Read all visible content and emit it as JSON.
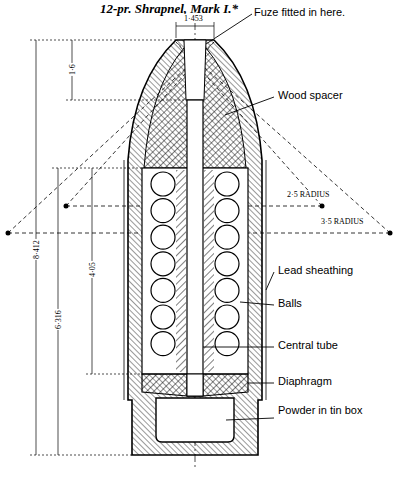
{
  "diagram": {
    "title": "12-pr. Shrapnel, Mark I.*",
    "labels": [
      "Fuze fitted in here.",
      "Wood spacer",
      "Lead sheathing",
      "Balls",
      "Central tube",
      "Diaphragm",
      "Powder in tin box",
      "1·453",
      "2·5 RADIUS",
      "3·5 RADIUS",
      "8·412",
      "6·316",
      "1·6",
      "4·05"
    ]
  }
}
